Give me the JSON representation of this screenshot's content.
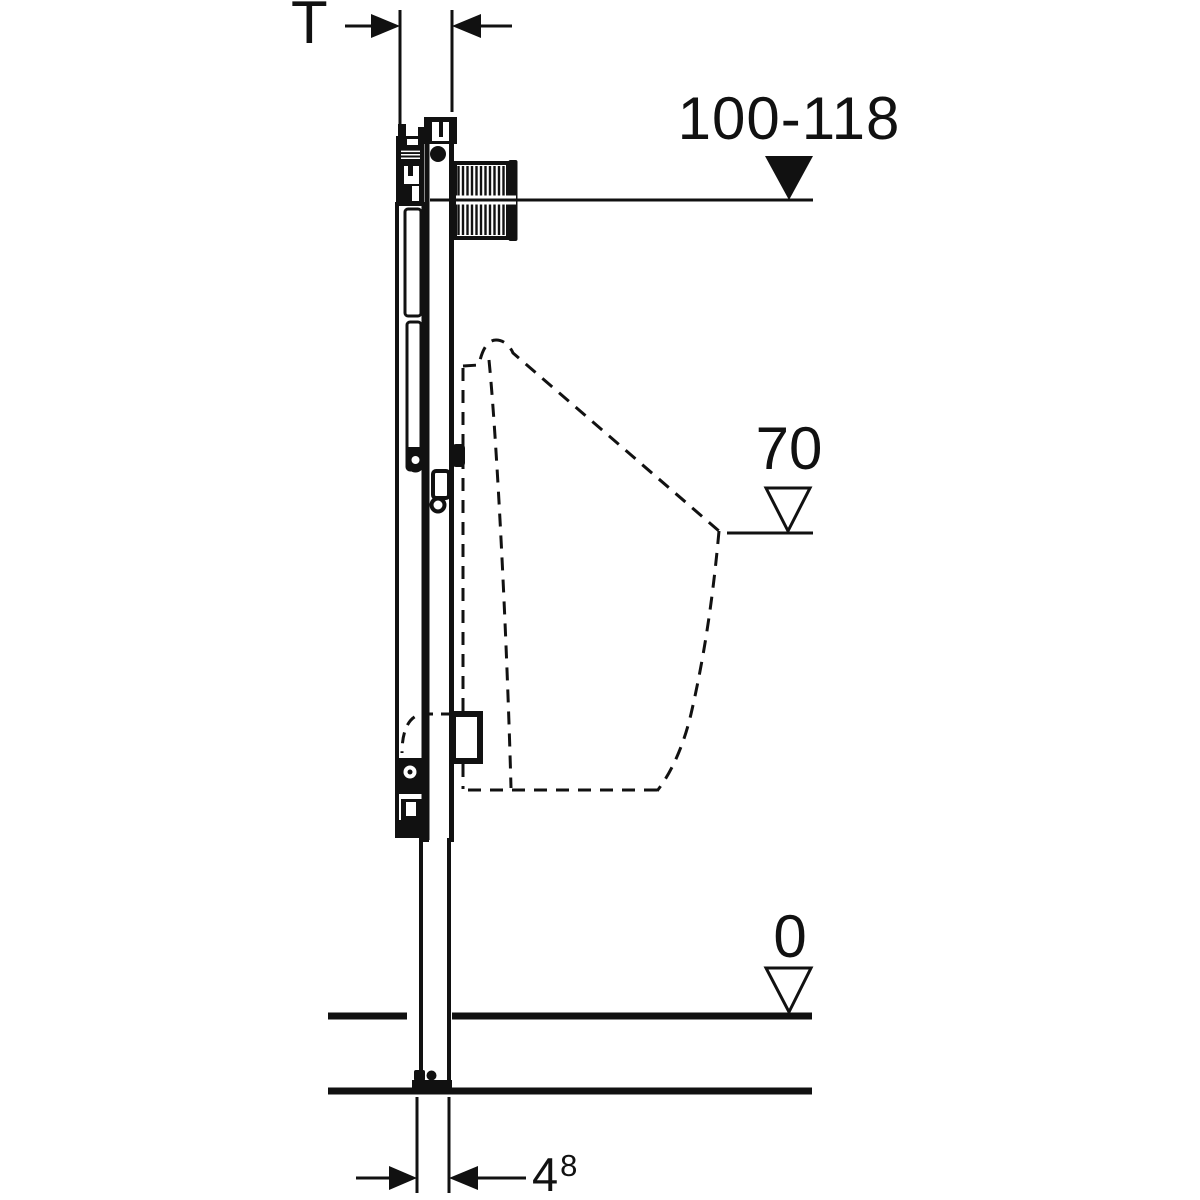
{
  "labels": {
    "depth": "T",
    "top_range": "100-118",
    "level_70": "70",
    "level_0": "0",
    "foot_dim": "4",
    "foot_dim_sup": "8"
  },
  "colors": {
    "ink": "#111111",
    "paper": "#ffffff"
  }
}
